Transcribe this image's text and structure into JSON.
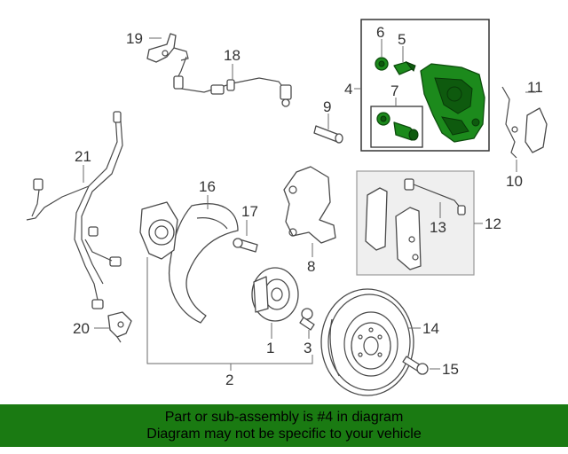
{
  "callouts": {
    "c1": "1",
    "c2": "2",
    "c3": "3",
    "c4": "4",
    "c5": "5",
    "c6": "6",
    "c7": "7",
    "c8": "8",
    "c9": "9",
    "c10": "10",
    "c11": "11",
    "c12": "12",
    "c13": "13",
    "c14": "14",
    "c15": "15",
    "c16": "16",
    "c17": "17",
    "c18": "18",
    "c19": "19",
    "c20": "20",
    "c21": "21"
  },
  "banner": {
    "line1": "Part or sub-assembly is #4 in diagram",
    "line2": "Diagram may not be specific to your vehicle"
  },
  "colors": {
    "highlight": "#1c8a1c",
    "banner_bg": "#1a7a12"
  }
}
